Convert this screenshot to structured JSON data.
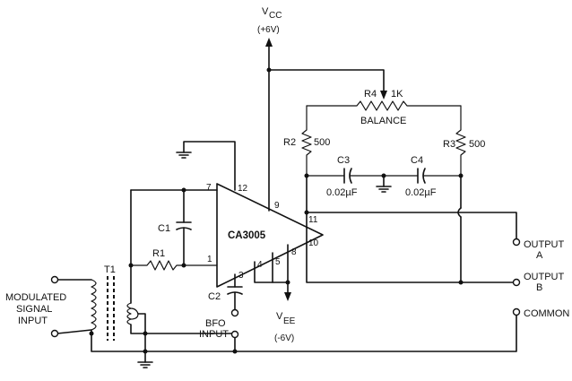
{
  "supply": {
    "vcc_main": "V",
    "vcc_sub": "CC",
    "vcc_value": "(+6V)",
    "vee_main": "V",
    "vee_sub": "EE",
    "vee_value": "(-6V)"
  },
  "ic": {
    "label": "CA3005"
  },
  "pins": {
    "p1": "1",
    "p3": "3",
    "p4": "4",
    "p5": "5",
    "p7": "7",
    "p8": "8",
    "p9": "9",
    "p10": "10",
    "p11": "11",
    "p12": "12"
  },
  "components": {
    "r4": "R4",
    "r4_value": "1K",
    "balance": "BALANCE",
    "r2": "R2",
    "r2_value": "500",
    "r3": "R3",
    "r3_value": "500",
    "c3": "C3",
    "c3_value": "0.02µF",
    "c4": "C4",
    "c4_value": "0.02µF",
    "c1": "C1",
    "c2": "C2",
    "r1": "R1",
    "t1": "T1"
  },
  "terminals": {
    "input_line1": "MODULATED",
    "input_line2": "SIGNAL",
    "input_line3": "INPUT",
    "bfo_line1": "BFO",
    "bfo_line2": "INPUT",
    "output_a_line1": "OUTPUT",
    "output_a_line2": "A",
    "output_b_line1": "OUTPUT",
    "output_b_line2": "B",
    "common": "COMMON"
  }
}
